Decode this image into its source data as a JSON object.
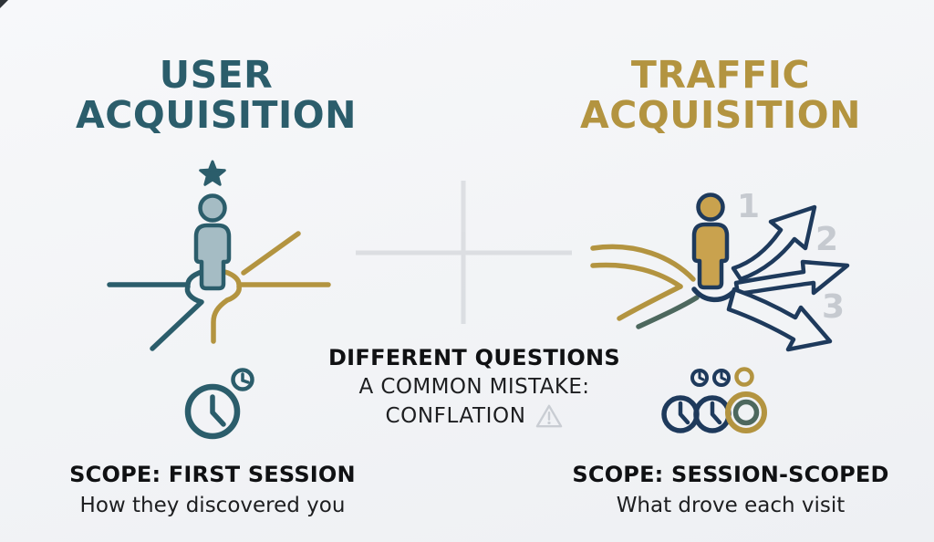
{
  "left_panel": {
    "title_line1": "USER",
    "title_line2": "ACQUISITION",
    "scope_title": "SCOPE: FIRST SESSION",
    "scope_subtitle": "How they discovered you"
  },
  "right_panel": {
    "title_line1": "TRAFFIC",
    "title_line2": "ACQUISITION",
    "scope_title": "SCOPE: SESSION-SCOPED",
    "scope_subtitle": "What drove each visit",
    "path_numbers": [
      "1",
      "2",
      "3"
    ]
  },
  "center_panel": {
    "heading": "DIFFERENT QUESTIONS",
    "subheading": "A COMMON MISTAKE:",
    "mistake_label": "CONFLATION",
    "warning_icon": "exclamation-triangle"
  },
  "colors": {
    "teal": "#2b5d6b",
    "teal_fill": "#a5bcc4",
    "gold": "#b39440",
    "gold_fill": "#c9a24e",
    "navy": "#1e3a5c",
    "green": "#4d685e",
    "number_gray": "#c6cad0",
    "divider_gray": "#d8dbdf",
    "warning_gray": "#c9cdd3",
    "text_primary": "#101113",
    "text_secondary": "#1d1e20",
    "background_top": "#f7f8fa",
    "background_bottom": "#eef0f3"
  }
}
